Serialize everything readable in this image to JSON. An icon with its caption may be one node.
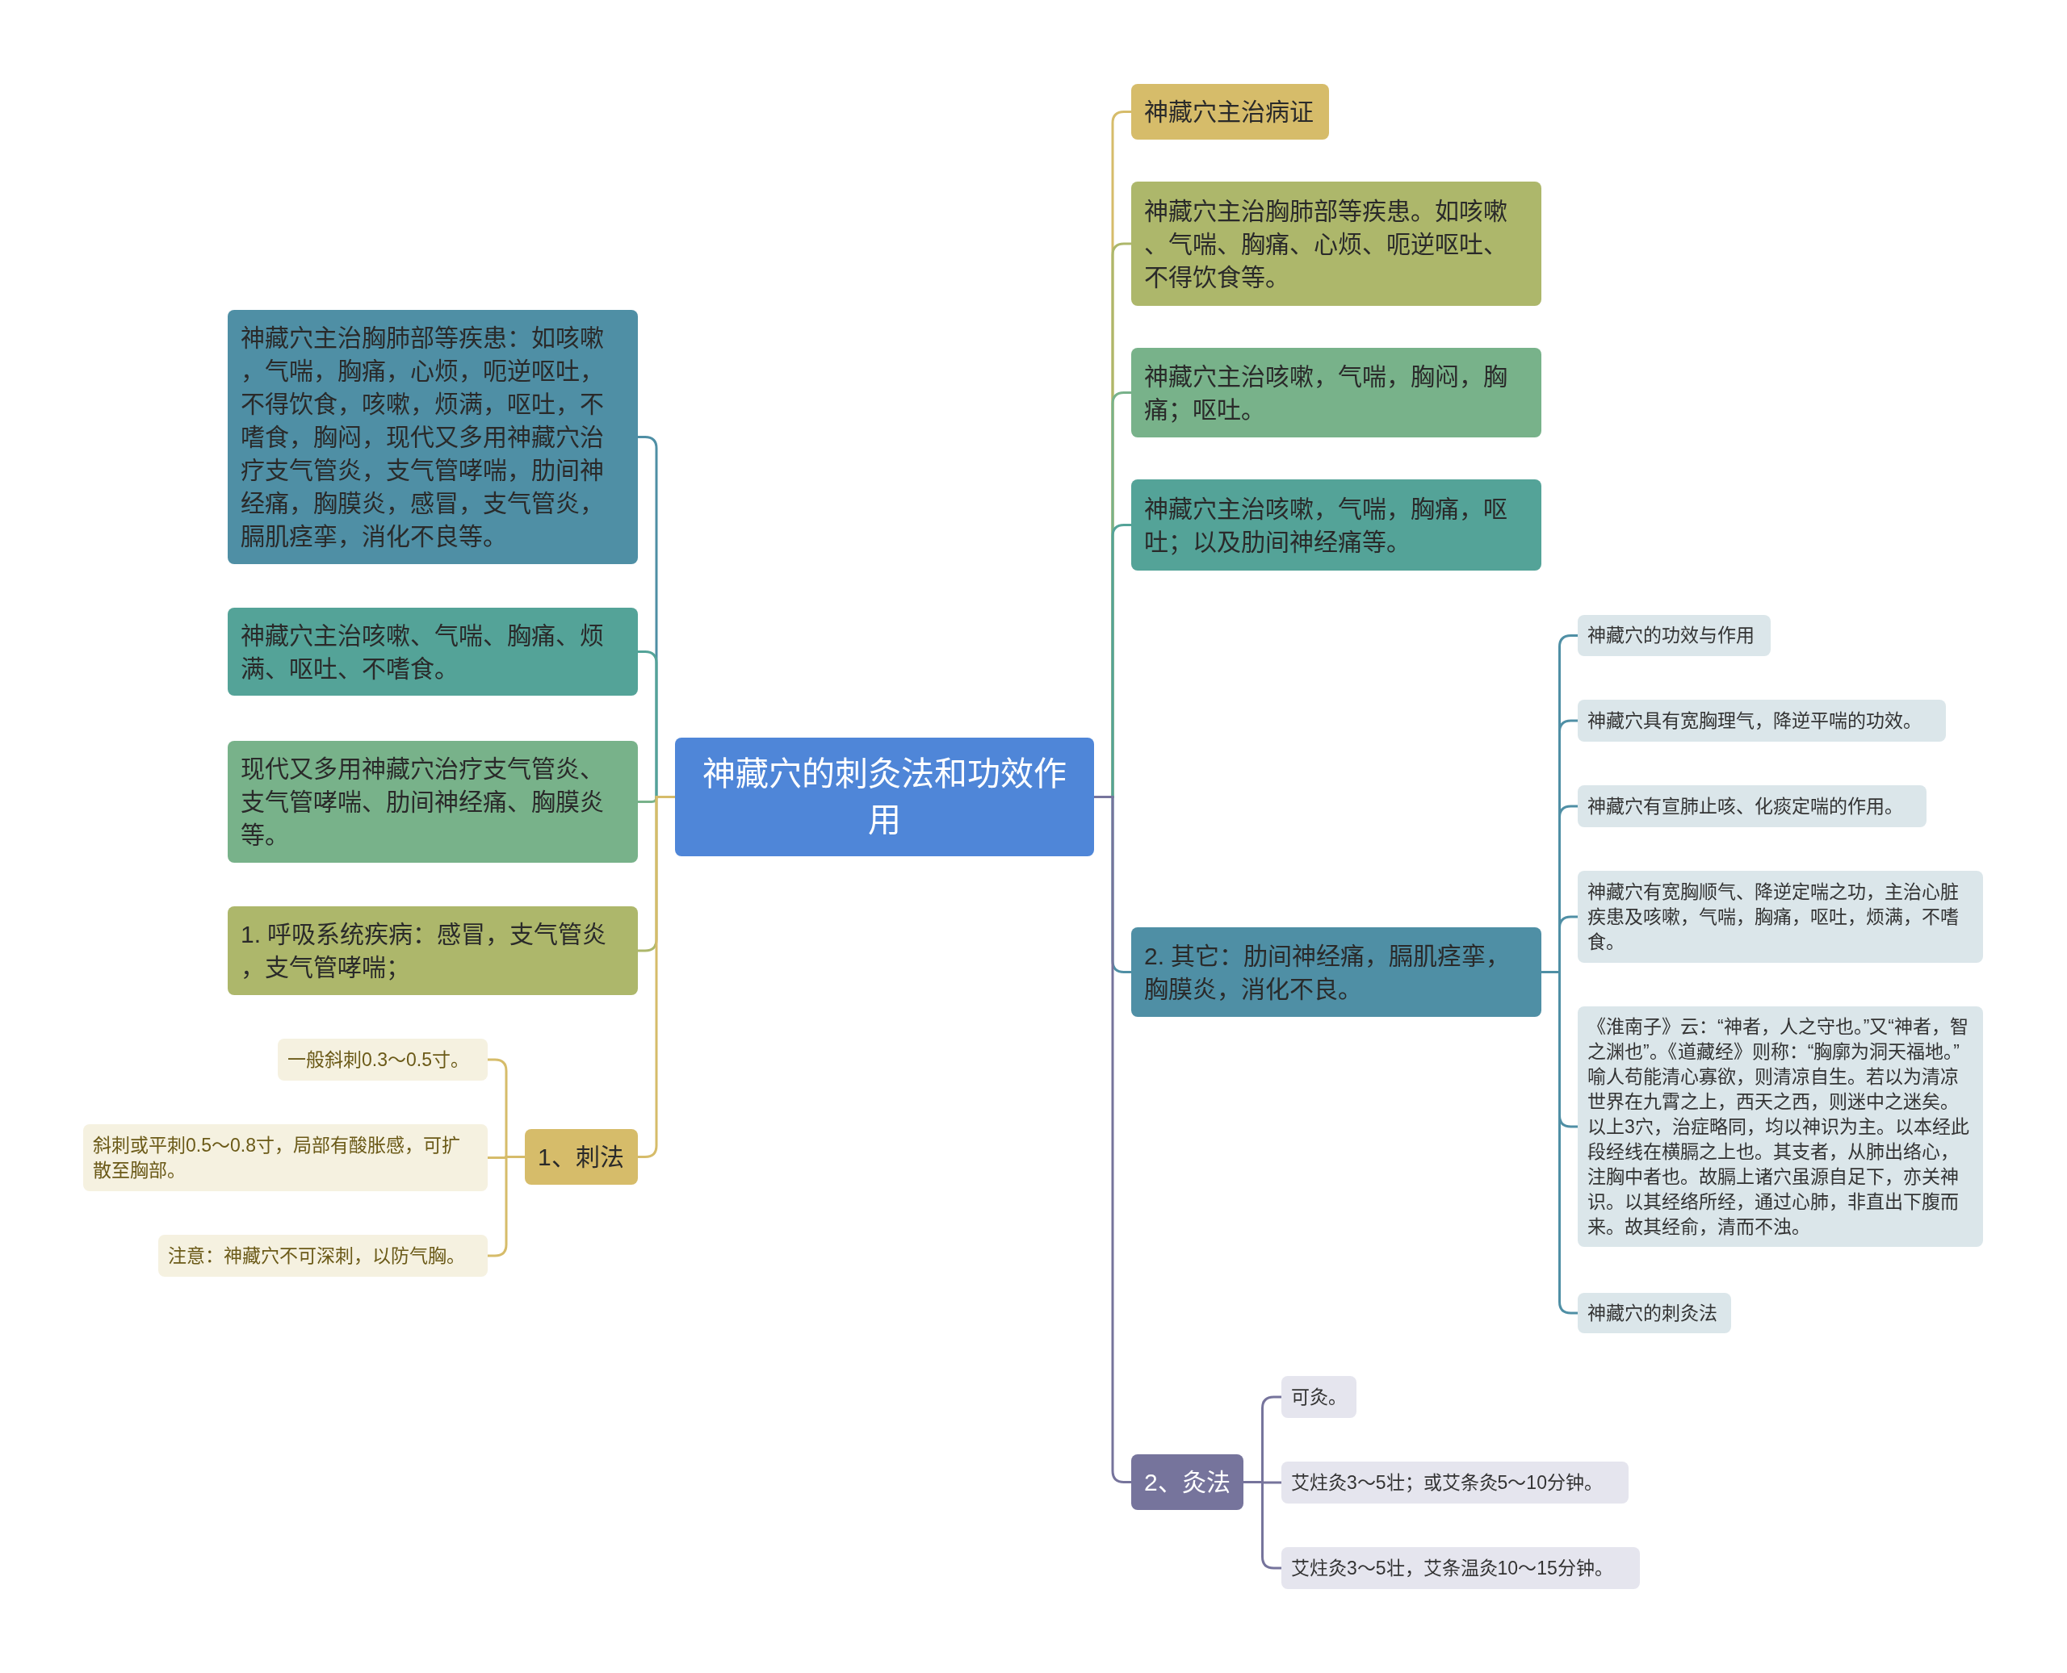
{
  "diagram": {
    "nodes": [
      {
        "text": [
          "神藏穴的刺灸法和功效作用"
        ]
      },
      {
        "text": [
          "神藏穴主治病证"
        ]
      },
      {
        "text": [
          "神藏穴主治胸肺部等疾患。如咳嗽、气喘、胸痛、心烦、呃逆呕吐、不得饮食等。"
        ]
      },
      {
        "text": [
          "神藏穴主治咳嗽，气喘，胸闷，胸痛；呕吐。"
        ]
      },
      {
        "text": [
          "神藏穴主治咳嗽，气喘，胸痛，呕吐；以及肋间神经痛等。"
        ]
      },
      {
        "text": [
          "2. 其它：肋间神经痛，膈肌痉挛，胸膜炎，消化不良。"
        ]
      },
      {
        "text": [
          "神藏穴的功效与作用"
        ]
      },
      {
        "text": [
          "神藏穴具有宽胸理气，降逆平喘的功效。"
        ]
      },
      {
        "text": [
          "神藏穴有宣肺止咳、化痰定喘的作用。"
        ]
      },
      {
        "text": [
          "神藏穴有宽胸顺气、降逆定喘之功，主治心脏疾患及咳嗽，气喘，胸痛，呕吐，烦满，不嗜食。"
        ]
      },
      {
        "text": [
          "《淮南子》云：“神者，人之守也。”又“神者，智之渊也”。《道藏经》则称：“胸廓为洞天福地。”喻人苟能清心寡欲，则清凉自生。若以为清凉世界在九霄之上，西天之西，则迷中之迷矣。以上3穴，治症略同，均以神识为主。以本经此段经线在横膈之上也。其支者，从肺出络心，注胸中者也。故膈上诸穴虽源自足下，亦关神识。以其经络所经，通过心肺，非直出下腹而来。故其经俞，清而不浊。"
        ]
      },
      {
        "text": [
          "神藏穴的刺灸法"
        ]
      },
      {
        "text": [
          "2、灸法"
        ]
      },
      {
        "text": [
          "可灸。"
        ]
      },
      {
        "text": [
          "艾炷灸3～5壮；或艾条灸5～10分钟。"
        ]
      },
      {
        "text": [
          "艾炷灸3～5壮，艾条温灸10～15分钟。"
        ]
      },
      {
        "text": [
          "神藏穴主治胸肺部等疾患：如咳嗽，气喘，胸痛，心烦，呃逆呕吐，不得饮食，咳嗽，烦满，呕吐，不嗜食，胸闷，现代又多用神藏穴治疗支气管炎，支气管哮喘，肋间神经痛，胸膜炎，感冒，支气管炎，膈肌痉挛，消化不良等。"
        ]
      },
      {
        "text": [
          "神藏穴主治咳嗽、气喘、胸痛、烦满、呕吐、不嗜食。"
        ]
      },
      {
        "text": [
          "现代又多用神藏穴治疗支气管炎、支气管哮喘、肋间神经痛、胸膜炎等。"
        ]
      },
      {
        "text": [
          "1. 呼吸系统疾病：感冒，支气管炎，支气管哮喘；"
        ]
      },
      {
        "text": [
          "1、刺法"
        ]
      },
      {
        "text": [
          "一般斜刺0.3～0.5寸。"
        ]
      },
      {
        "text": [
          "斜刺或平刺0.5～0.8寸，局部有酸胀感，可扩散至胸部。"
        ]
      },
      {
        "text": [
          "注意：神藏穴不可深刺，以防气胸。"
        ]
      }
    ],
    "edges": [
      {
        "from": 0,
        "to": 1,
        "arrow": "none",
        "color": "#d6bc6a"
      },
      {
        "from": 0,
        "to": 2,
        "arrow": "none",
        "color": "#adb76b"
      },
      {
        "from": 0,
        "to": 3,
        "arrow": "none",
        "color": "#78b28a"
      },
      {
        "from": 0,
        "to": 4,
        "arrow": "none",
        "color": "#54a398"
      },
      {
        "from": 0,
        "to": 5,
        "arrow": "none"
      },
      {
        "from": 0,
        "to": 12,
        "arrow": "none",
        "color": "#76749c"
      },
      {
        "from": 5,
        "to": 6,
        "arrow": "none"
      },
      {
        "from": 5,
        "to": 7,
        "arrow": "none"
      },
      {
        "from": 5,
        "to": 8,
        "arrow": "none"
      },
      {
        "from": 5,
        "to": 9,
        "arrow": "none"
      },
      {
        "from": 5,
        "to": 10,
        "arrow": "none"
      },
      {
        "from": 5,
        "to": 11,
        "arrow": "none"
      },
      {
        "from": 12,
        "to": 13,
        "arrow": "none",
        "color": "#76749c"
      },
      {
        "from": 12,
        "to": 14,
        "arrow": "none",
        "color": "#76749c"
      },
      {
        "from": 12,
        "to": 15,
        "arrow": "none",
        "color": "#76749c"
      },
      {
        "from": 0,
        "to": 16,
        "arrow": "none"
      },
      {
        "from": 0,
        "to": 17,
        "arrow": "none",
        "color": "#54a398"
      },
      {
        "from": 0,
        "to": 18,
        "arrow": "none",
        "color": "#78b28a"
      },
      {
        "from": 0,
        "to": 19,
        "arrow": "none",
        "color": "#adb76b"
      },
      {
        "from": 0,
        "to": 20,
        "arrow": "none",
        "color": "#d6bc6a"
      },
      {
        "from": 20,
        "to": 21,
        "arrow": "none",
        "color": "#d6bc6a"
      },
      {
        "from": 20,
        "to": 22,
        "arrow": "none",
        "color": "#d6bc6a"
      },
      {
        "from": 20,
        "to": 23,
        "arrow": "none",
        "color": "#d6bc6a"
      }
    ]
  }
}
